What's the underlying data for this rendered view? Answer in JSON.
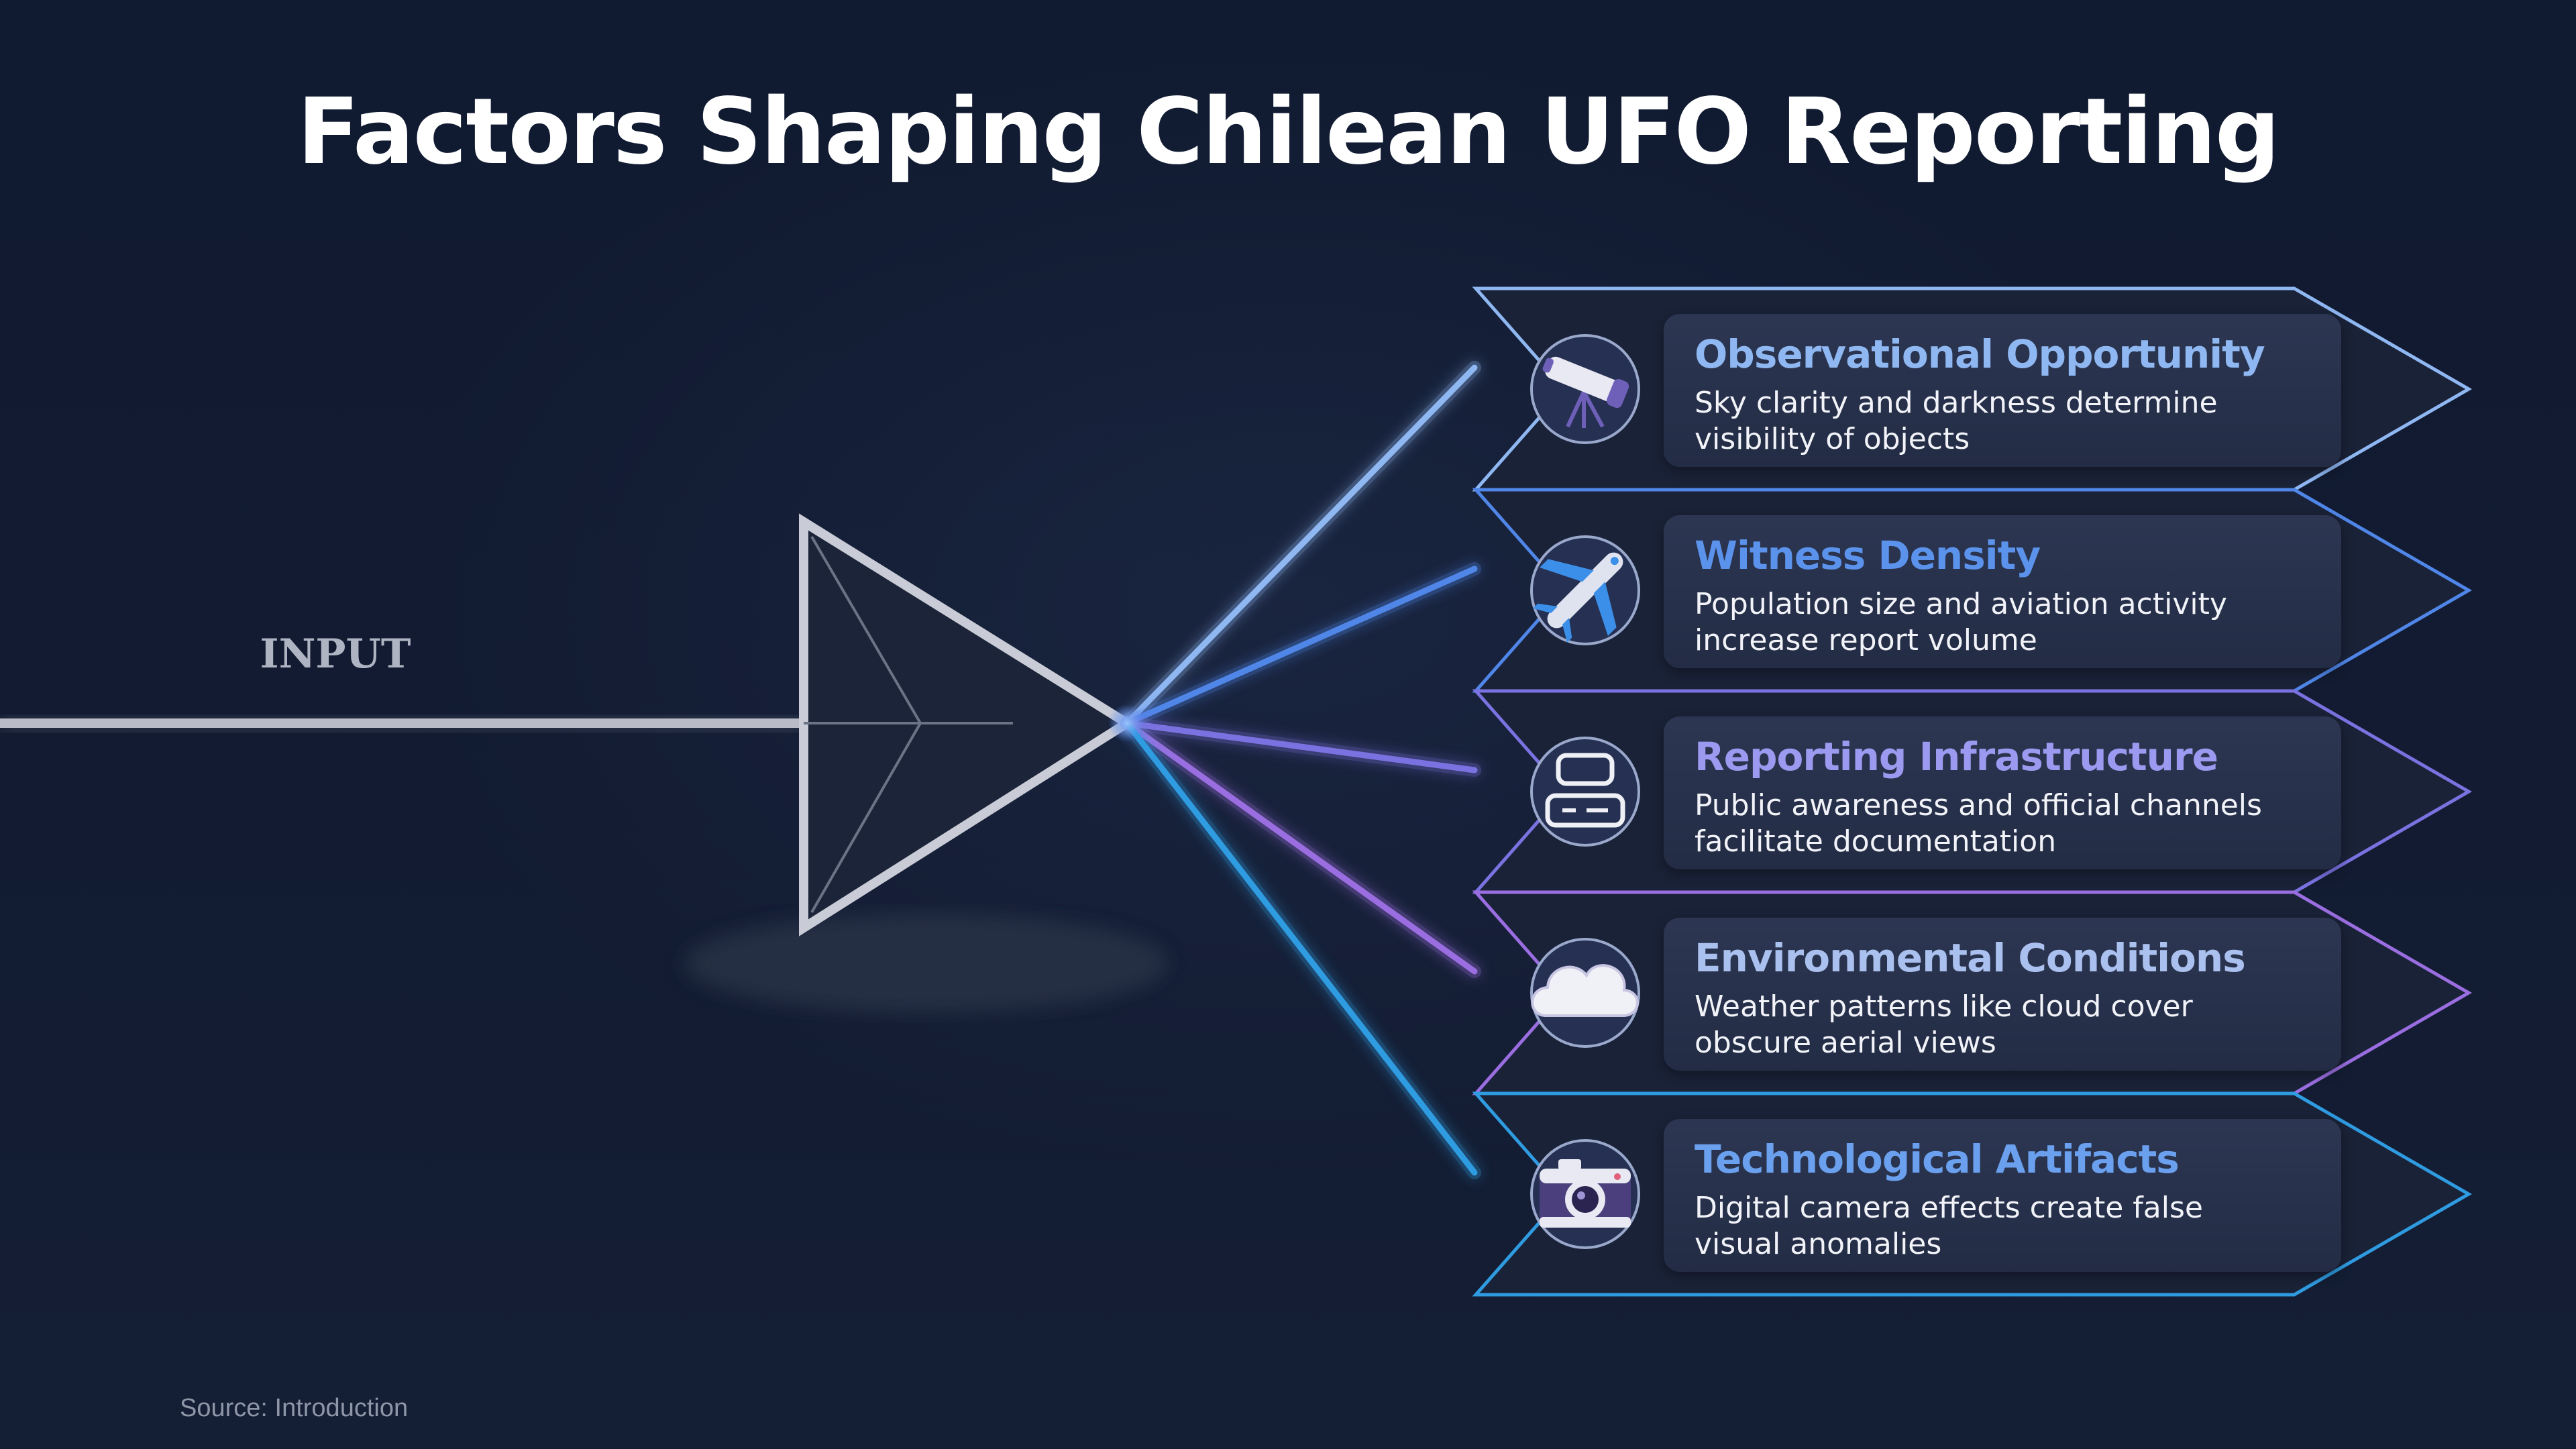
{
  "title": "Factors Shaping Chilean UFO Reporting",
  "input_label": "INPUT",
  "source": "Source: Introduction",
  "colors": {
    "background": "#111a2e",
    "prism": "#c9ccd6",
    "input_beam": "#b9bcc6"
  },
  "factors": [
    {
      "title": "Observational Opportunity",
      "description": "Sky clarity and darkness determine visibility of objects",
      "icon": "telescope-icon",
      "color": "#8fb7f2",
      "title_color": "#8fb8f3"
    },
    {
      "title": "Witness Density",
      "description": "Population size and aviation activity increase report volume",
      "icon": "airplane-icon",
      "color": "#4f86e8",
      "title_color": "#5b93ec"
    },
    {
      "title": "Reporting Infrastructure",
      "description": "Public awareness and official channels facilitate documentation",
      "icon": "server-icon",
      "color": "#7a72e0",
      "title_color": "#9c9af0"
    },
    {
      "title": "Environmental Conditions",
      "description": "Weather patterns like cloud cover obscure aerial views",
      "icon": "cloud-icon",
      "color": "#9a6ee0",
      "title_color": "#aac0ee"
    },
    {
      "title": "Technological Artifacts",
      "description": "Digital camera effects create false visual anomalies",
      "icon": "camera-icon",
      "color": "#2f9be0",
      "title_color": "#6aa0ee"
    }
  ]
}
